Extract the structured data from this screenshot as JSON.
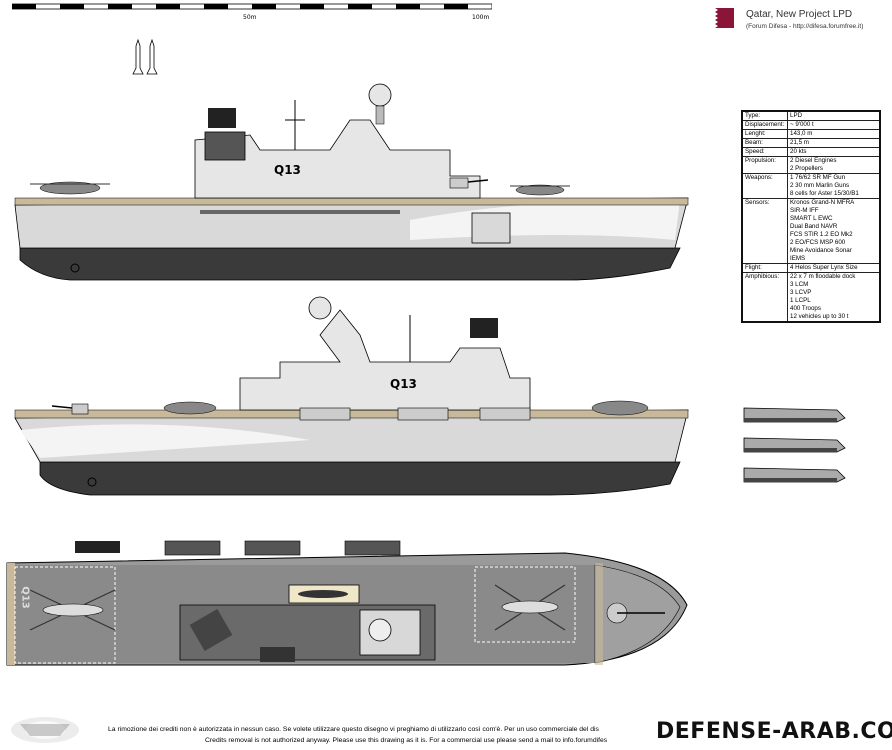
{
  "scale": {
    "label_50": "50m",
    "label_100": "100m"
  },
  "header": {
    "title": "Qatar, New Project LPD",
    "subtitle": "(Forum Difesa - http://difesa.forumfree.it)"
  },
  "hull_number": "Q13",
  "hull_number_deck": "Q13",
  "specs": [
    {
      "key": "Type:",
      "value": "LPD"
    },
    {
      "key": "Displacement:",
      "value": "~ 9'000 t"
    },
    {
      "key": "Lenght:",
      "value": "143,0 m"
    },
    {
      "key": "Beam:",
      "value": "21,5 m"
    },
    {
      "key": "Speed:",
      "value": "20 kts"
    },
    {
      "key": "Propulsion:",
      "value": "2 Diesel Engines\n2 Propellers"
    },
    {
      "key": "Weapons:",
      "value": "1 76/62 SR MF Gun\n2 30 mm Marlin Guns\n8 cells for Aster 15/30/B1"
    },
    {
      "key": "Sensors:",
      "value": "Kronos Grand-N MFRA\nSIR-M IFF\nSMART L EWC\nDual Band NAVR\nFCS STIR 1.2 EO Mk2\n2 EO/FCS MSP 600\nMine Avoidance Sonar\nIEMS"
    },
    {
      "key": "Flight:",
      "value": "4 Helos Super Lynx Size"
    },
    {
      "key": "Amphibious:",
      "value": "22 x 7 m floodable dock\n3 LCM\n3 LCVP\n1 LCPL\n400 Troops\n12 vehicles up to 30 t"
    }
  ],
  "footer": {
    "line1": "La rimozione dei crediti non è autorizzata in nessun caso. Se volete utilizzare questo disegno vi preghiamo di utilizzarlo così com'è. Per un uso commerciale del dis",
    "line2": "Credits removal is not authorized anyway. Please use this drawing as it is. For a commercial use please send a mail to info.forumdifes",
    "brand": "DEFENSE-ARAB.COM"
  },
  "colors": {
    "hull_dark": "#3a3a3a",
    "hull_light": "#d9d9d9",
    "superstructure": "#e6e6e6",
    "deck": "#8a8a8a",
    "flag_maroon": "#8a1538"
  }
}
